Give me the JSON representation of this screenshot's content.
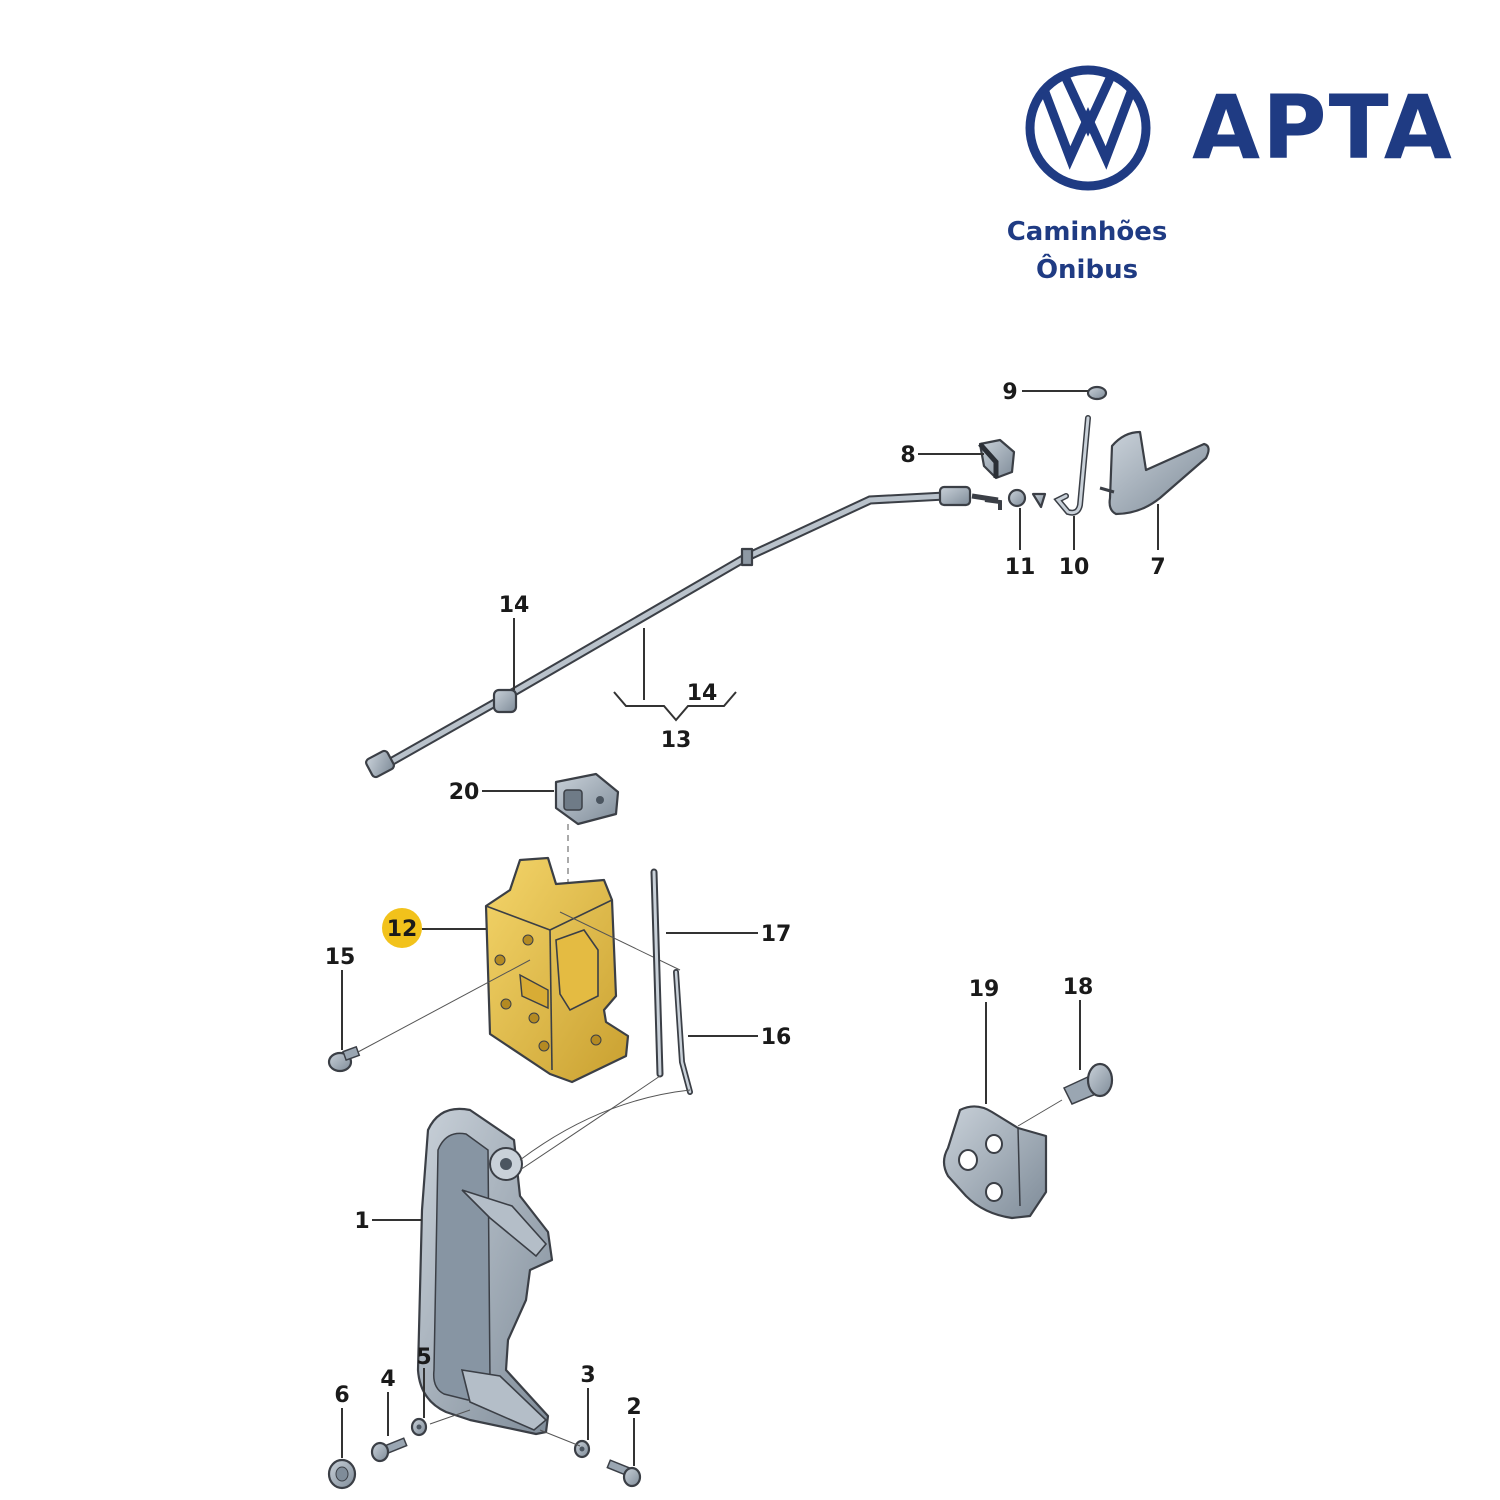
{
  "brand": {
    "name": "APTA",
    "line1": "Caminhões",
    "line2": "Ônibus",
    "color": "#1f3b83"
  },
  "highlight_color": "#f2c21b",
  "part_color": "#e9c34a",
  "grey_color": "#9aa6b2",
  "callouts": {
    "c1": "1",
    "c2": "2",
    "c3": "3",
    "c4": "4",
    "c5": "5",
    "c6": "6",
    "c7": "7",
    "c8": "8",
    "c9": "9",
    "c10": "10",
    "c11": "11",
    "c12": "12",
    "c13": "13",
    "c14a": "14",
    "c14b": "14",
    "c15": "15",
    "c16": "16",
    "c17": "17",
    "c18": "18",
    "c19": "19",
    "c20": "20"
  }
}
